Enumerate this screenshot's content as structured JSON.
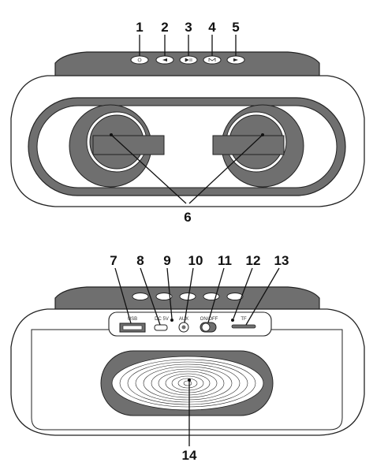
{
  "top_view": {
    "callouts": {
      "c1": "1",
      "c2": "2",
      "c3": "3",
      "c4": "4",
      "c5": "5",
      "c6": "6"
    },
    "button_icons": [
      "power-icon",
      "previous-icon",
      "play-pause-icon",
      "mode-icon",
      "next-icon"
    ]
  },
  "back_view": {
    "callouts": {
      "c7": "7",
      "c8": "8",
      "c9": "9",
      "c10": "10",
      "c11": "11",
      "c12": "12",
      "c13": "13",
      "c14": "14"
    },
    "port_labels": {
      "usb": "USB",
      "dc": "DC 5V",
      "aux": "AUX",
      "onoff": "ON/OFF",
      "tf": "TF"
    }
  },
  "colors": {
    "body_dark": "#6f6f6f",
    "outline": "#222222",
    "panel_fill": "#ffffff",
    "speaker_dark": "#707070"
  }
}
